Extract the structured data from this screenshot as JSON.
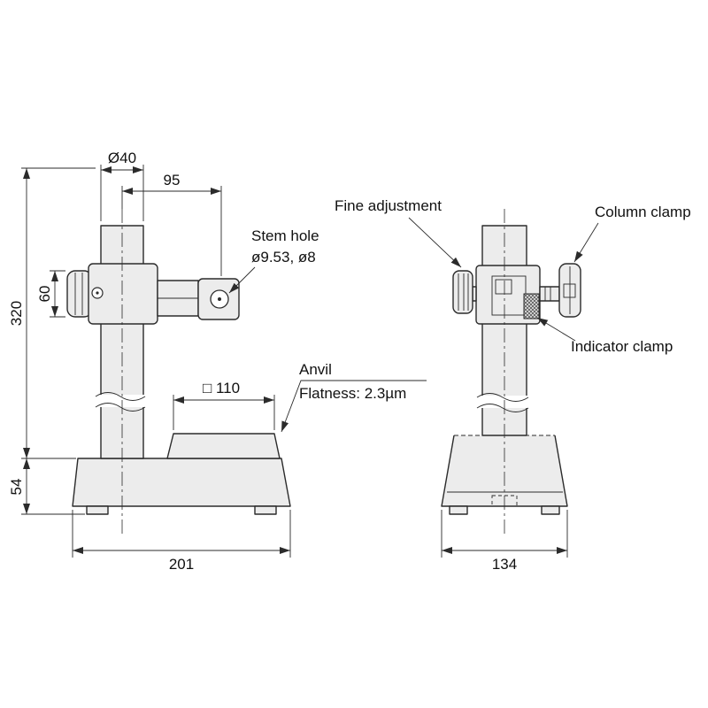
{
  "front_view": {
    "dims": {
      "top_diameter": "Ø40",
      "arm_offset": "95",
      "clamp_height": "60",
      "column_height": "320",
      "base_height": "54",
      "anvil_size": "□ 110",
      "base_width": "201"
    },
    "labels": {
      "stem_hole_title": "Stem hole",
      "stem_hole_value": "ø9.53, ø8",
      "anvil_title": "Anvil",
      "anvil_flatness": "Flatness: 2.3µm"
    }
  },
  "side_view": {
    "dims": {
      "base_width": "134"
    },
    "labels": {
      "fine_adjustment": "Fine adjustment",
      "column_clamp": "Column clamp",
      "indicator_clamp": "Indicator clamp"
    }
  }
}
